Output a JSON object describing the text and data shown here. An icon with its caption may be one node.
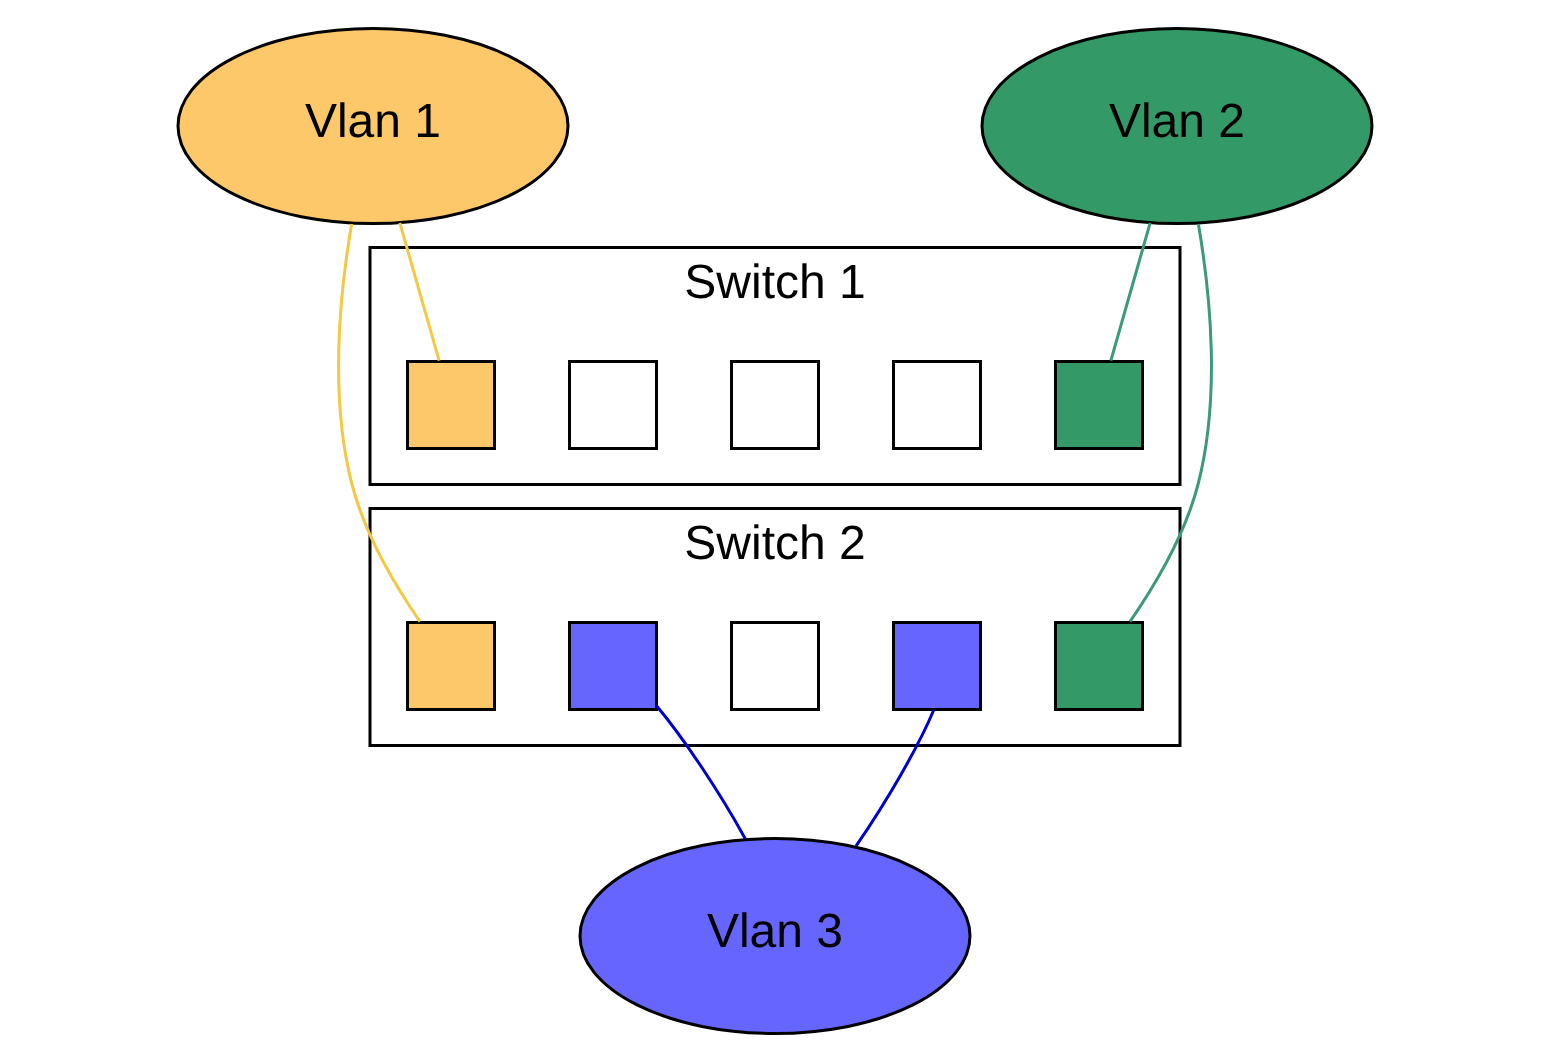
{
  "diagram": {
    "nodes": [
      {
        "text": [
          "Vlan 1"
        ]
      },
      {
        "text": [
          "Switch 1"
        ]
      },
      {
        "text": [],
        "shape": "box",
        "in": 1
      },
      {
        "text": [],
        "shape": "box",
        "in": 1
      },
      {
        "text": [],
        "shape": "box",
        "in": 1
      },
      {
        "text": [],
        "shape": "box",
        "in": 1
      },
      {
        "text": [],
        "shape": "box",
        "in": 1
      },
      {
        "text": [
          "Vlan 2"
        ]
      },
      {
        "text": [
          "Switch 2"
        ]
      },
      {
        "text": [],
        "shape": "box",
        "in": 8
      },
      {
        "text": [],
        "shape": "box",
        "in": 8
      },
      {
        "text": [],
        "shape": "box",
        "in": 8
      },
      {
        "text": [],
        "shape": "box",
        "in": 8
      },
      {
        "text": [],
        "shape": "box",
        "in": 8
      },
      {
        "text": [
          "Vlan 3"
        ]
      }
    ],
    "edges": [
      {
        "from": 0,
        "to": 2,
        "arrow": "none",
        "color": "#f5c842"
      },
      {
        "from": 0,
        "to": 9,
        "arrow": "none",
        "color": "#f5c842"
      },
      {
        "from": 7,
        "to": 6,
        "arrow": "none",
        "color": "#3a9a7a"
      },
      {
        "from": 7,
        "to": 13,
        "arrow": "none",
        "color": "#3a9a7a"
      },
      {
        "from": 14,
        "to": 10,
        "arrow": "none",
        "color": "#0000cc"
      },
      {
        "from": 14,
        "to": 12,
        "arrow": "none",
        "color": "#0000cc"
      }
    ]
  }
}
